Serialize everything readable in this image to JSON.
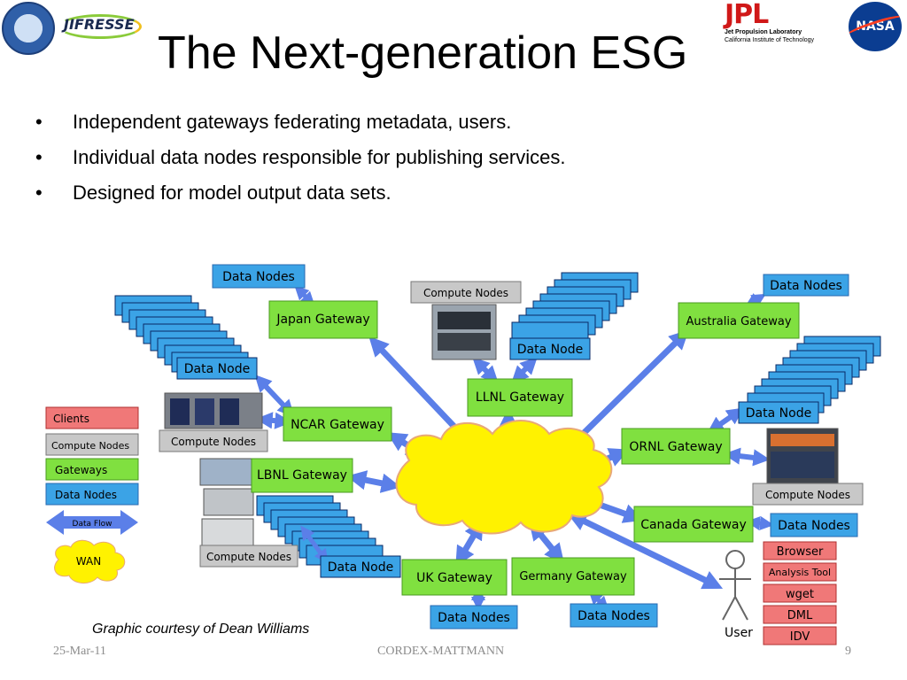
{
  "slide": {
    "title": "The Next-generation ESG",
    "bullets": [
      "Independent gateways federating metadata, users.",
      "Individual data nodes responsible for publishing services.",
      "Designed for model output data sets."
    ],
    "caption": "Graphic courtesy of Dean Williams",
    "footer_date": "25-Mar-11",
    "footer_center": "CORDEX-MATTMANN",
    "footer_page": "9"
  },
  "logos": {
    "jifresse": "JIFRESSE",
    "jpl": "JPL",
    "jpl_line1": "Jet Propulsion Laboratory",
    "jpl_line2": "California Institute of Technology",
    "nasa": "NASA"
  },
  "colors": {
    "gateway": "#80e040",
    "data_node": "#3ba3e6",
    "client": "#f07878",
    "compute": "#c8c8c8",
    "arrow": "#5b7fe8",
    "wan": "#fff200"
  },
  "legend": {
    "clients": "Clients",
    "compute_nodes": "Compute Nodes",
    "gateways": "Gateways",
    "data_nodes": "Data Nodes",
    "data_flow": "Data Flow",
    "wan": "WAN"
  },
  "gateways": {
    "japan": "Japan Gateway",
    "llnl": "LLNL Gateway",
    "australia": "Australia Gateway",
    "ncar": "NCAR Gateway",
    "ornl": "ORNL Gateway",
    "lbnl": "LBNL Gateway",
    "canada": "Canada Gateway",
    "uk": "UK Gateway",
    "germany": "Germany Gateway"
  },
  "nodes": {
    "data_nodes": "Data Nodes",
    "data_node": "Data Node",
    "compute_nodes": "Compute Nodes"
  },
  "clients": [
    "Browser",
    "Analysis Tool",
    "wget",
    "DML",
    "IDV"
  ],
  "user_label": "User"
}
